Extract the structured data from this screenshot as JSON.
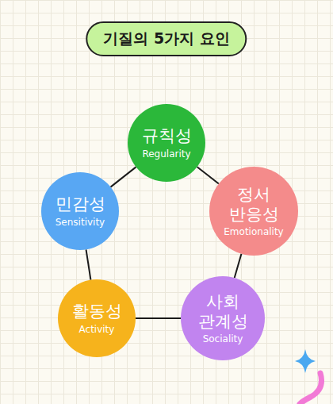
{
  "diagram": {
    "title": "기질의 5가지 요인",
    "nodes": [
      {
        "text": [
          "규칙성",
          "Regularity"
        ]
      },
      {
        "text": [
          "정서 반응성",
          "Emotionality"
        ]
      },
      {
        "text": [
          "사회 관계성",
          "Sociality"
        ]
      },
      {
        "text": [
          "활동성",
          "Activity"
        ]
      },
      {
        "text": [
          "민감성",
          "Sensitivity"
        ]
      }
    ],
    "edges": [
      {
        "from": 0,
        "to": 1,
        "arrow": "none"
      },
      {
        "from": 1,
        "to": 2,
        "arrow": "none"
      },
      {
        "from": 2,
        "to": 3,
        "arrow": "none"
      },
      {
        "from": 3,
        "to": 4,
        "arrow": "none"
      },
      {
        "from": 4,
        "to": 0,
        "arrow": "none"
      }
    ]
  }
}
